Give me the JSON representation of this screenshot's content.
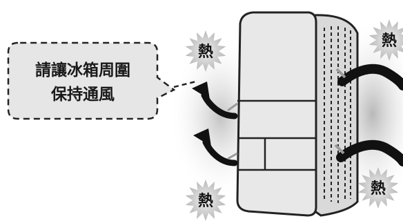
{
  "callout": {
    "line1": "請讓冰箱周圍",
    "line2": "保持通風"
  },
  "heat_labels": [
    "熱",
    "熱",
    "熱",
    "熱"
  ],
  "colors": {
    "outline": "#222222",
    "callout_fill": "#e6e6e6",
    "fridge_front": "#e8e8e8",
    "fridge_side": "#d9d9d9",
    "arrow_fill": "#111111",
    "starburst_fill": "#d4d4d4"
  }
}
